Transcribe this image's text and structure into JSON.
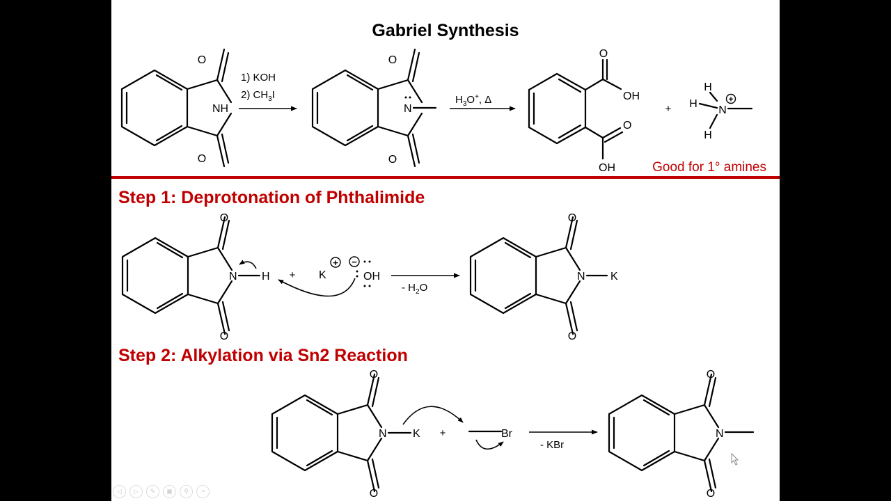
{
  "slide": {
    "title": "Gabriel Synthesis",
    "overview": {
      "reagents_line1": "1) KOH",
      "reagents_line2_prefix": "2) CH",
      "reagents_line2_sub": "3",
      "reagents_line2_suffix": "I",
      "hydrolysis_prefix": "H",
      "hydrolysis_sub": "3",
      "hydrolysis_mid": "O",
      "hydrolysis_sup": "+",
      "hydrolysis_suffix": ", Δ",
      "atom_NH": "NH",
      "atom_N": "N",
      "atom_O": "O",
      "atom_OH": "OH",
      "atom_H": "H",
      "plus": "+",
      "charge_plus": "+",
      "note": "Good for 1° amines"
    },
    "step1": {
      "heading": "Step 1: Deprotonation of Phthalimide",
      "atom_N": "N",
      "atom_H": "H",
      "atom_O": "O",
      "cation": "K",
      "anion": "OH",
      "charge_plus": "+",
      "charge_minus": "−",
      "plus": "+",
      "byproduct_prefix": "- H",
      "byproduct_sub": "2",
      "byproduct_suffix": "O",
      "product_substituent": "K"
    },
    "step2": {
      "heading": "Step 2: Alkylation via Sn2 Reaction",
      "atom_N": "N",
      "atom_O": "O",
      "reactant_substituent": "K",
      "plus": "+",
      "alkyl_halide_atom": "Br",
      "byproduct": "- KBr"
    }
  },
  "slideshow_controls": [
    {
      "name": "previous-slide",
      "glyph": "◁"
    },
    {
      "name": "next-slide",
      "glyph": "▷"
    },
    {
      "name": "pen",
      "glyph": "✎"
    },
    {
      "name": "see-all-slides",
      "glyph": "▣"
    },
    {
      "name": "zoom",
      "glyph": "⚲"
    },
    {
      "name": "more-options",
      "glyph": "•••"
    }
  ]
}
